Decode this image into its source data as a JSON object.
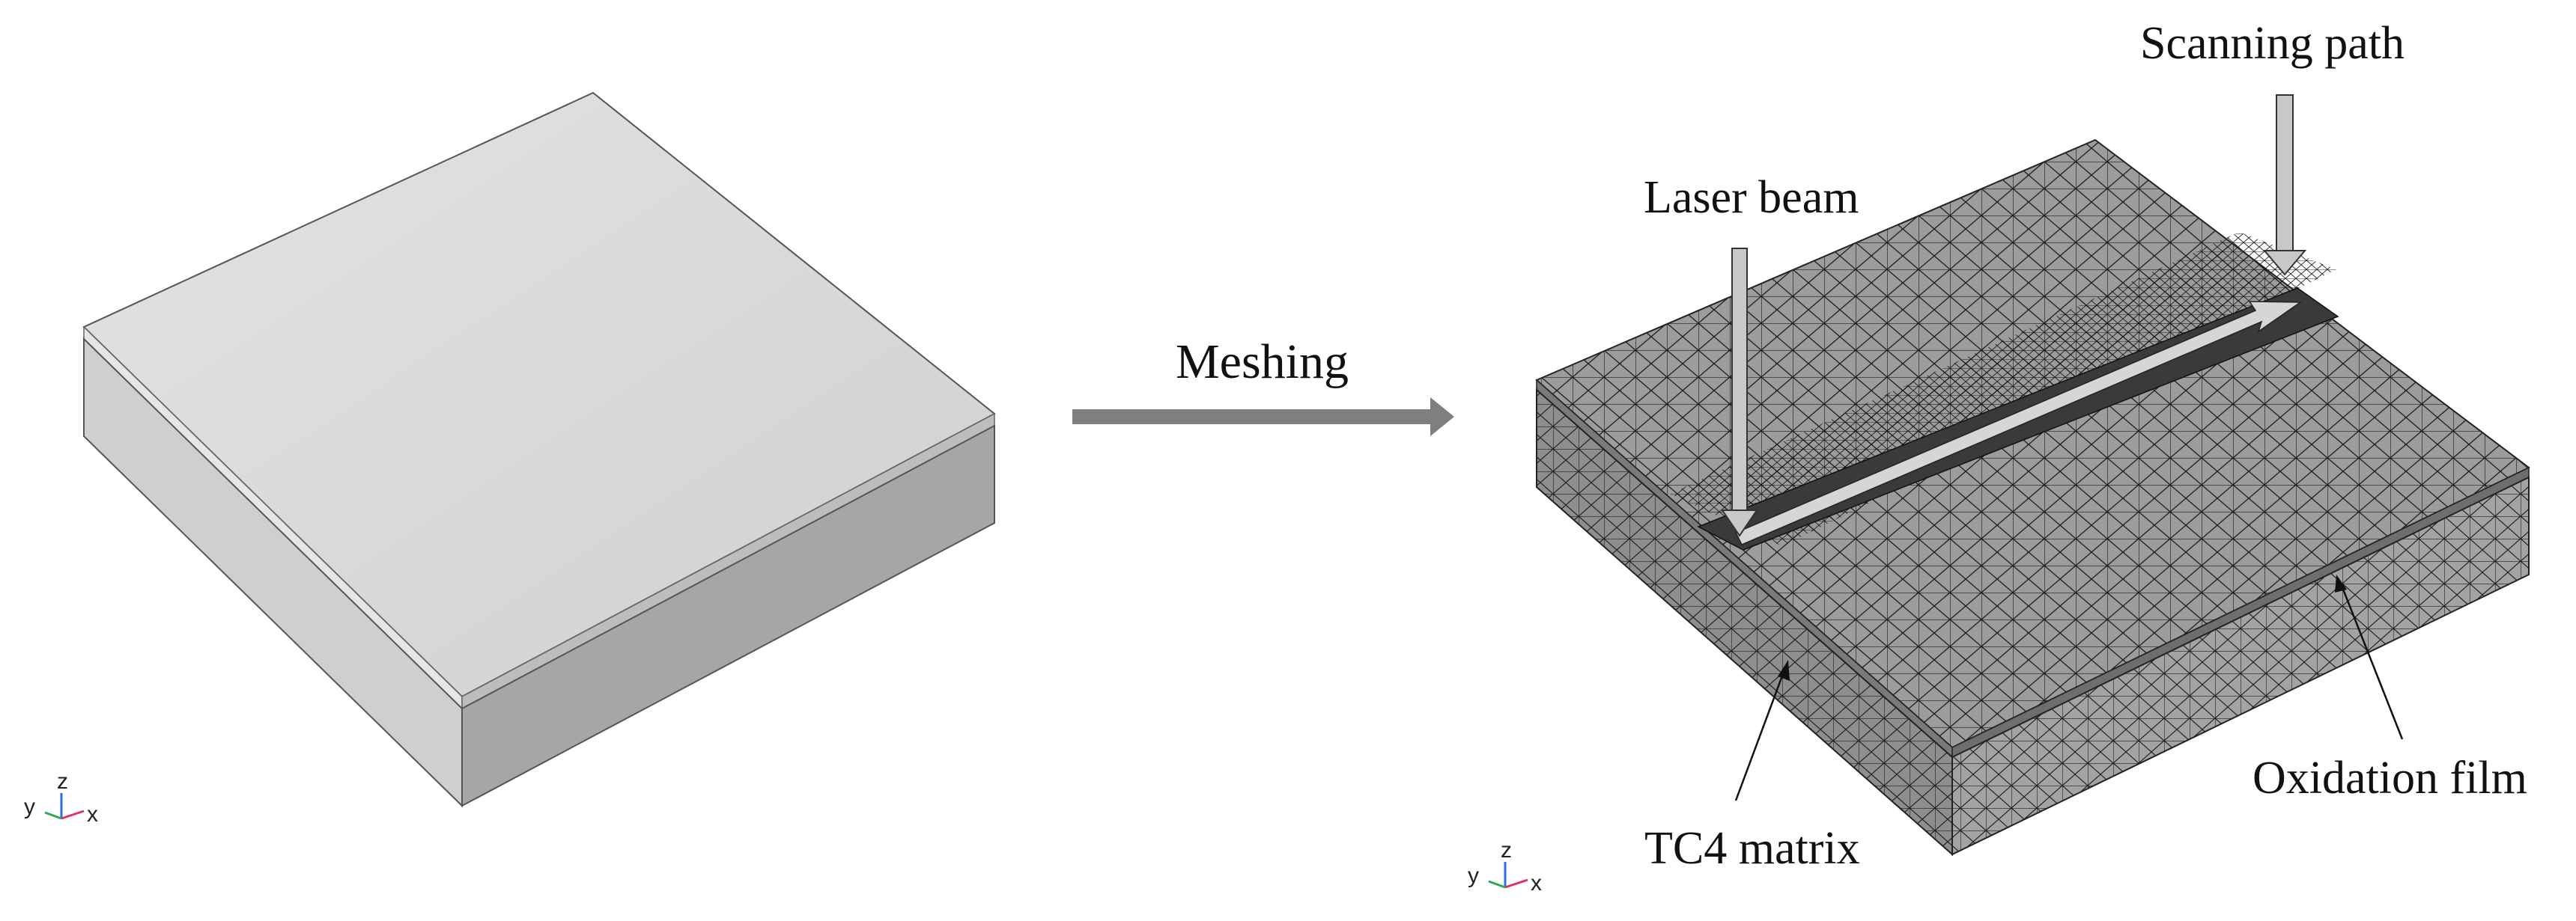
{
  "labels": {
    "meshing": "Meshing",
    "laser_beam": "Laser beam",
    "scanning_path": "Scanning path",
    "tc4_matrix": "TC4 matrix",
    "oxidation_film": "Oxidation film"
  },
  "axis_triad": {
    "x": "x",
    "y": "y",
    "z": "z"
  },
  "colors": {
    "plain_top": "#d9d9d9",
    "plain_left": "#cdcdcd",
    "plain_front": "#a6a6a6",
    "mesh_top": "#9c9c9c",
    "mesh_left": "#8e8e8e",
    "mesh_front": "#a3a3a3",
    "mesh_line": "#1f1f1f",
    "scan_track": "#3a3a3a",
    "arrow_fill": "#c8c8c8",
    "process_arrow": "#7f7f7f",
    "axis_x": "#e0306a",
    "axis_y": "#2fa84f",
    "axis_z": "#2f6fd8"
  }
}
